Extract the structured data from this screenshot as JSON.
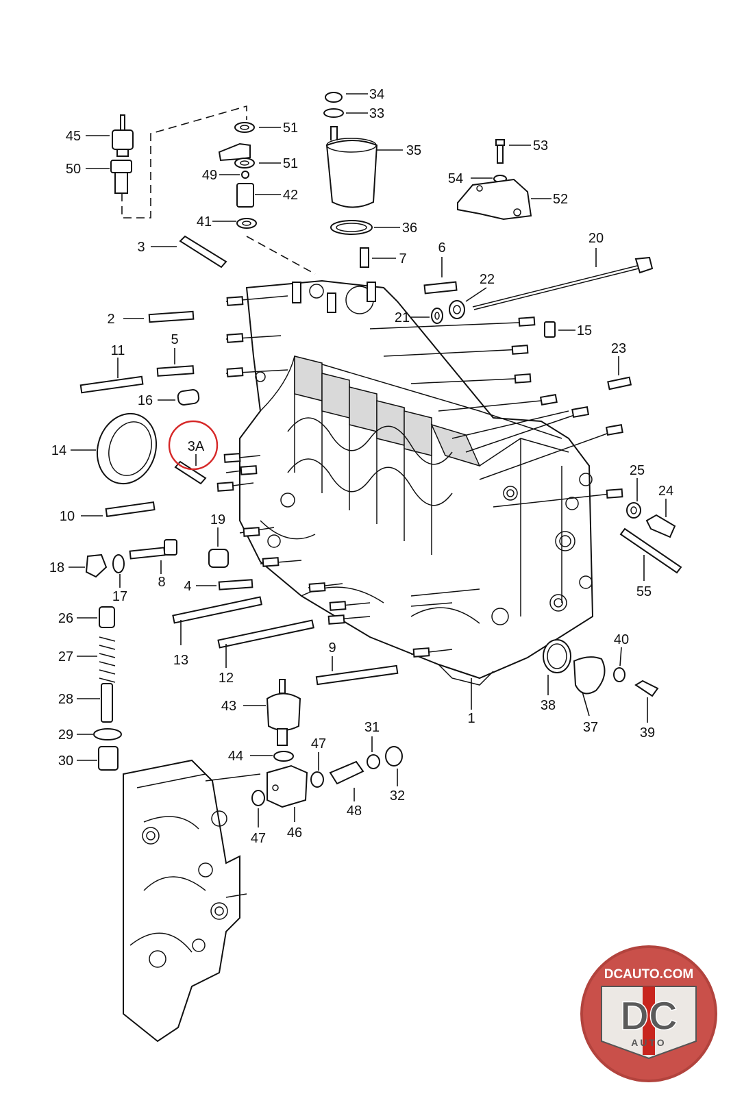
{
  "callouts": [
    {
      "id": "1"
    },
    {
      "id": "2"
    },
    {
      "id": "3"
    },
    {
      "id": "3A"
    },
    {
      "id": "4"
    },
    {
      "id": "5"
    },
    {
      "id": "6"
    },
    {
      "id": "7"
    },
    {
      "id": "8"
    },
    {
      "id": "9"
    },
    {
      "id": "10"
    },
    {
      "id": "11"
    },
    {
      "id": "12"
    },
    {
      "id": "13"
    },
    {
      "id": "14"
    },
    {
      "id": "15"
    },
    {
      "id": "16"
    },
    {
      "id": "17"
    },
    {
      "id": "18"
    },
    {
      "id": "19"
    },
    {
      "id": "20"
    },
    {
      "id": "21"
    },
    {
      "id": "22"
    },
    {
      "id": "23"
    },
    {
      "id": "24"
    },
    {
      "id": "25"
    },
    {
      "id": "26"
    },
    {
      "id": "27"
    },
    {
      "id": "28"
    },
    {
      "id": "29"
    },
    {
      "id": "30"
    },
    {
      "id": "31"
    },
    {
      "id": "32"
    },
    {
      "id": "33"
    },
    {
      "id": "34"
    },
    {
      "id": "35"
    },
    {
      "id": "36"
    },
    {
      "id": "37"
    },
    {
      "id": "38"
    },
    {
      "id": "39"
    },
    {
      "id": "40"
    },
    {
      "id": "41"
    },
    {
      "id": "42"
    },
    {
      "id": "43"
    },
    {
      "id": "44"
    },
    {
      "id": "45"
    },
    {
      "id": "46"
    },
    {
      "id": "47a",
      "text": "47"
    },
    {
      "id": "47b",
      "text": "47"
    },
    {
      "id": "48"
    },
    {
      "id": "49"
    },
    {
      "id": "50"
    },
    {
      "id": "51a",
      "text": "51"
    },
    {
      "id": "51b",
      "text": "51"
    },
    {
      "id": "52"
    },
    {
      "id": "53"
    },
    {
      "id": "54"
    },
    {
      "id": "55"
    }
  ],
  "highlight": {
    "label": "3A",
    "color": "#d62828"
  },
  "logo": {
    "site": "DCAUTO.COM",
    "mark": "DC",
    "sub": "AUTO",
    "colors": {
      "ring": "#c9504a",
      "badge": "#ece8e4",
      "accent": "#c8251e"
    }
  }
}
